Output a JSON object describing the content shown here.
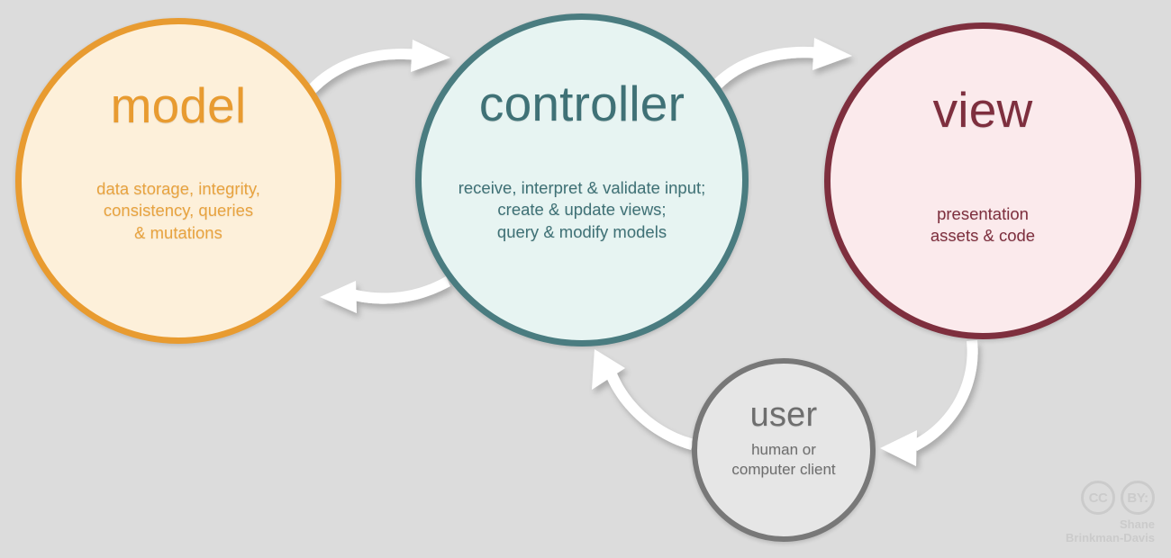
{
  "diagram": {
    "title": "MVC architecture diagram",
    "background_color": "#dcdcdc",
    "nodes": [
      {
        "id": "model",
        "title": "model",
        "description": "data storage, integrity,\nconsistency, queries\n& mutations",
        "border_color": "#e89b30",
        "fill_color": "#fdf0da",
        "text_color": "#e89b30"
      },
      {
        "id": "controller",
        "title": "controller",
        "description": "receive, interpret & validate input;\ncreate & update views;\nquery & modify models",
        "border_color": "#4a7c80",
        "fill_color": "#e7f4f2",
        "text_color": "#3f7176"
      },
      {
        "id": "view",
        "title": "view",
        "description": "presentation\nassets & code",
        "border_color": "#7e2f3e",
        "fill_color": "#fbeaec",
        "text_color": "#7e2f3e"
      },
      {
        "id": "user",
        "title": "user",
        "description": "human or\ncomputer client",
        "border_color": "#787878",
        "fill_color": "#e6e6e6",
        "text_color": "#6e6e6e"
      }
    ],
    "arrows": [
      {
        "id": "model-to-controller",
        "from": "model",
        "to": "controller",
        "color": "#ffffff"
      },
      {
        "id": "controller-to-model",
        "from": "controller",
        "to": "model",
        "color": "#ffffff"
      },
      {
        "id": "controller-to-view",
        "from": "controller",
        "to": "view",
        "color": "#ffffff"
      },
      {
        "id": "view-to-user",
        "from": "view",
        "to": "user",
        "color": "#ffffff"
      },
      {
        "id": "user-to-controller",
        "from": "user",
        "to": "controller",
        "color": "#ffffff"
      }
    ]
  },
  "attribution": {
    "license_marks": [
      "CC",
      "BY:"
    ],
    "author": "Shane\nBrinkman-Davis",
    "color": "#cbcbcb"
  }
}
